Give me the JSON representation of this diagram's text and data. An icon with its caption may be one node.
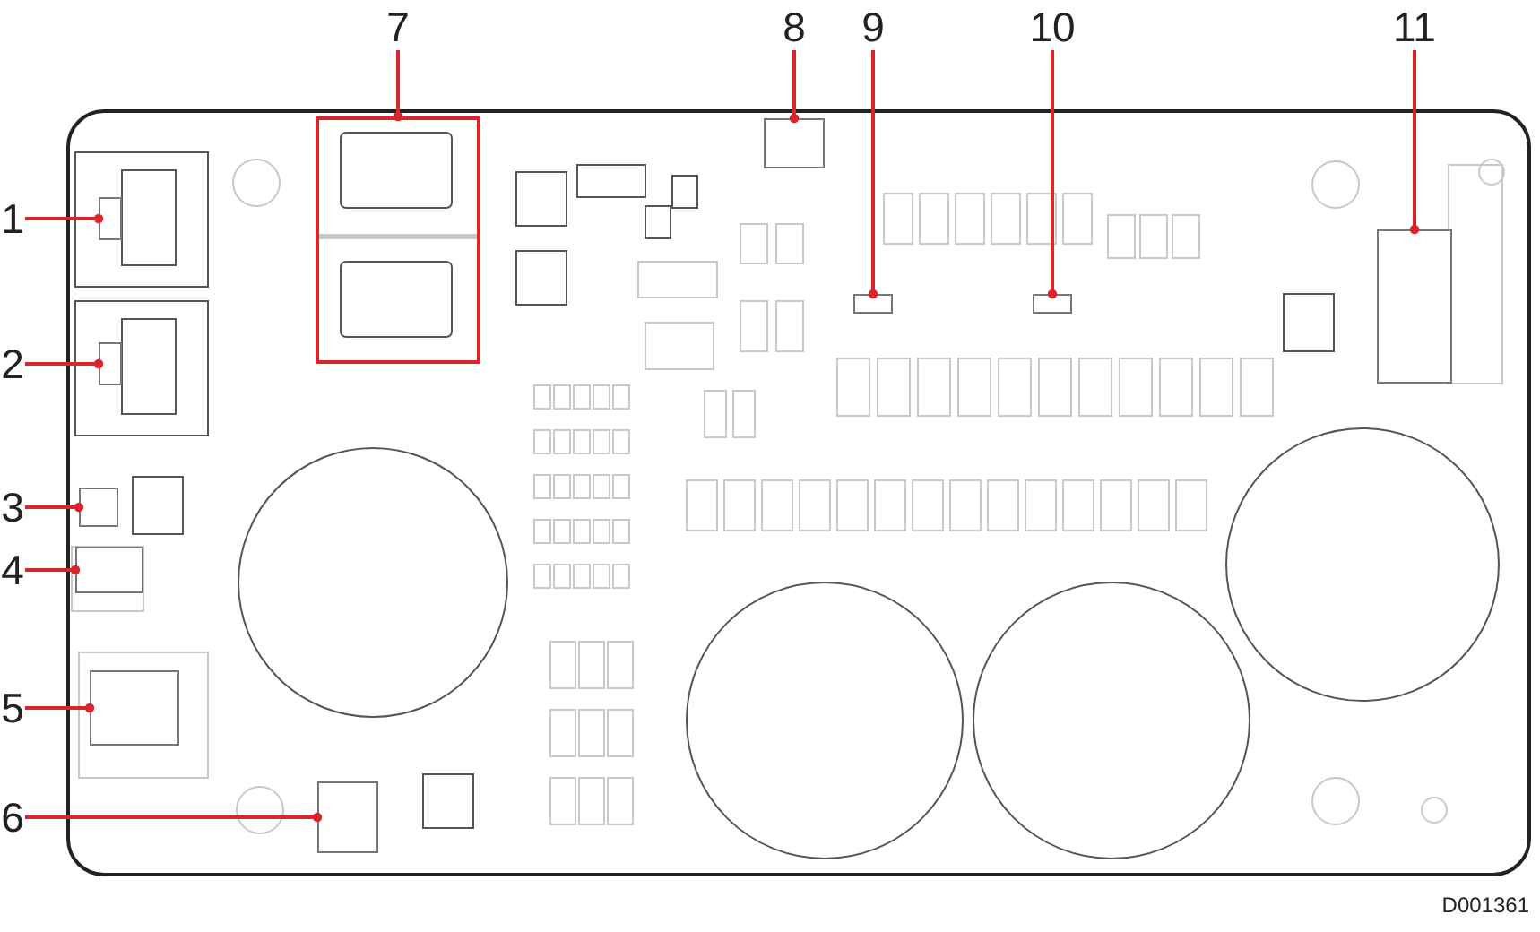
{
  "diagram": {
    "nodes": [
      {
        "text": [
          "1"
        ]
      },
      {
        "text": [
          "2"
        ]
      },
      {
        "text": [
          "3"
        ]
      },
      {
        "text": [
          "4"
        ]
      },
      {
        "text": [
          "5"
        ]
      },
      {
        "text": [
          "6"
        ]
      },
      {
        "text": [
          "7"
        ]
      },
      {
        "text": [
          "8"
        ]
      },
      {
        "text": [
          "9"
        ]
      },
      {
        "text": [
          "10"
        ]
      },
      {
        "text": [
          "11"
        ]
      },
      {
        "text": [],
        "shape": "box"
      },
      {
        "text": [],
        "shape": "box"
      },
      {
        "text": [],
        "shape": "box"
      },
      {
        "text": [],
        "shape": "box"
      },
      {
        "text": [],
        "shape": "box"
      },
      {
        "text": [],
        "shape": "box"
      },
      {
        "text": [],
        "shape": "box"
      },
      {
        "text": [],
        "shape": "box"
      },
      {
        "text": [],
        "shape": "box"
      },
      {
        "text": [],
        "shape": "box"
      },
      {
        "text": [],
        "shape": "box"
      }
    ],
    "edges": [
      {
        "from": 0,
        "to": 11,
        "arrow": "other"
      },
      {
        "from": 1,
        "to": 12,
        "arrow": "other"
      },
      {
        "from": 2,
        "to": 13,
        "arrow": "other"
      },
      {
        "from": 3,
        "to": 14,
        "arrow": "other"
      },
      {
        "from": 4,
        "to": 15,
        "arrow": "other"
      },
      {
        "from": 5,
        "to": 16,
        "arrow": "other"
      },
      {
        "from": 6,
        "to": 17,
        "arrow": "other"
      },
      {
        "from": 7,
        "to": 18,
        "arrow": "other"
      },
      {
        "from": 8,
        "to": 19,
        "arrow": "other"
      },
      {
        "from": 9,
        "to": 20,
        "arrow": "other"
      },
      {
        "from": 10,
        "to": 21,
        "arrow": "other"
      }
    ],
    "labels": [
      "D001361"
    ]
  }
}
